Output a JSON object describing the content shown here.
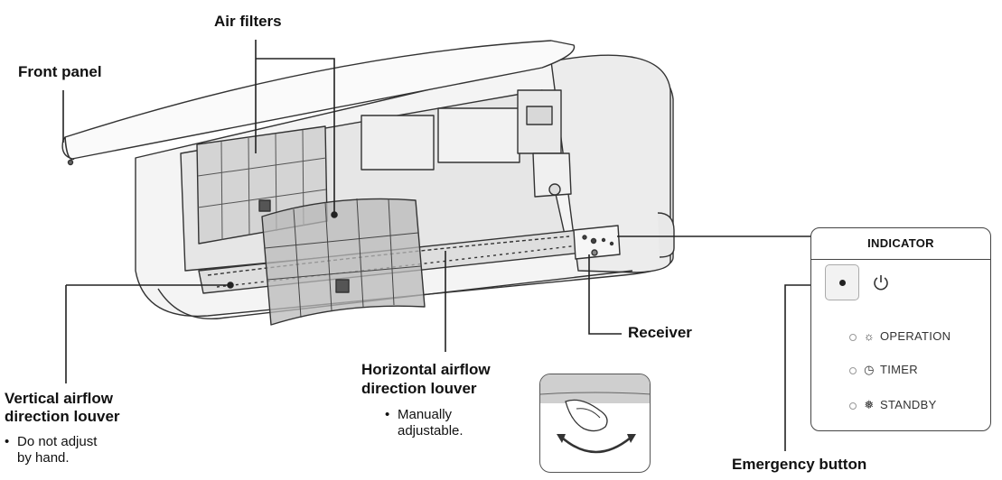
{
  "labels": {
    "air_filters": "Air filters",
    "front_panel": "Front panel",
    "receiver": "Receiver",
    "vertical_louver_line1": "Vertical airflow",
    "vertical_louver_line2": "direction louver",
    "vertical_louver_note1": "Do not adjust",
    "vertical_louver_note2": "by hand.",
    "horizontal_louver_line1": "Horizontal airflow",
    "horizontal_louver_line2": "direction louver",
    "horizontal_louver_note1": "Manually",
    "horizontal_louver_note2": "adjustable.",
    "emergency_button": "Emergency button"
  },
  "indicator": {
    "title": "INDICATOR",
    "power_icon": "power-icon",
    "rows": [
      {
        "icon": "sun-icon",
        "label": "OPERATION"
      },
      {
        "icon": "clock-icon",
        "label": "TIMER"
      },
      {
        "icon": "fan-icon",
        "label": "STANDBY"
      }
    ]
  }
}
